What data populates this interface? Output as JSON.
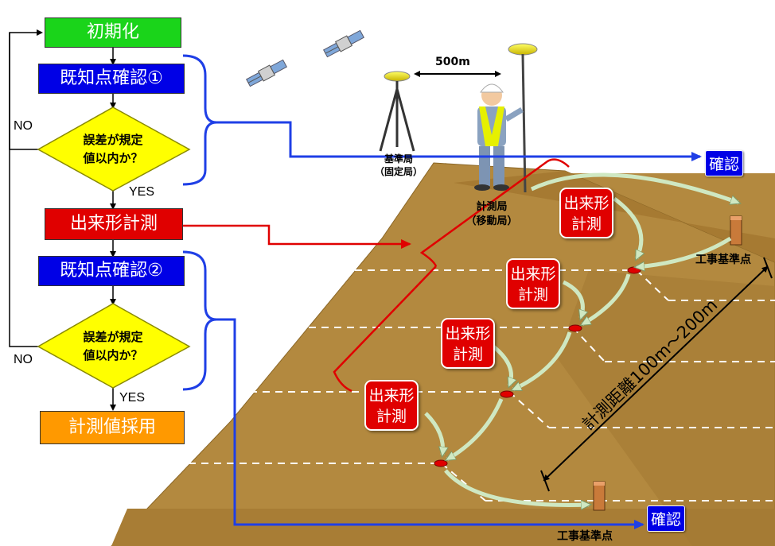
{
  "flow": {
    "init": "初期化",
    "check1": "既知点確認①",
    "decision1": [
      "誤差が規定",
      "値以内か？"
    ],
    "measure": "出来形計測",
    "check2": "既知点確認②",
    "decision2": [
      "誤差が規定",
      "値以内か？"
    ],
    "adopt": "計測値採用",
    "no": "NO",
    "yes": "YES"
  },
  "scene": {
    "distance": "500m",
    "base_station": [
      "基準局",
      "（固定局）"
    ],
    "rover": [
      "計測局",
      "（移動局）"
    ],
    "measure_bubble": [
      "出来形",
      "計測"
    ],
    "confirm": "確認",
    "benchmark": "工事基準点",
    "range": "計測距離100m～200m"
  },
  "colors": {
    "init": "#1ad41a",
    "check": "#0000e6",
    "decision": "#ffff00",
    "measure": "#e00000",
    "adopt": "#ff9900",
    "ground": "#b3893f",
    "blue_line": "#1f3fe6",
    "red_line": "#e00000"
  }
}
